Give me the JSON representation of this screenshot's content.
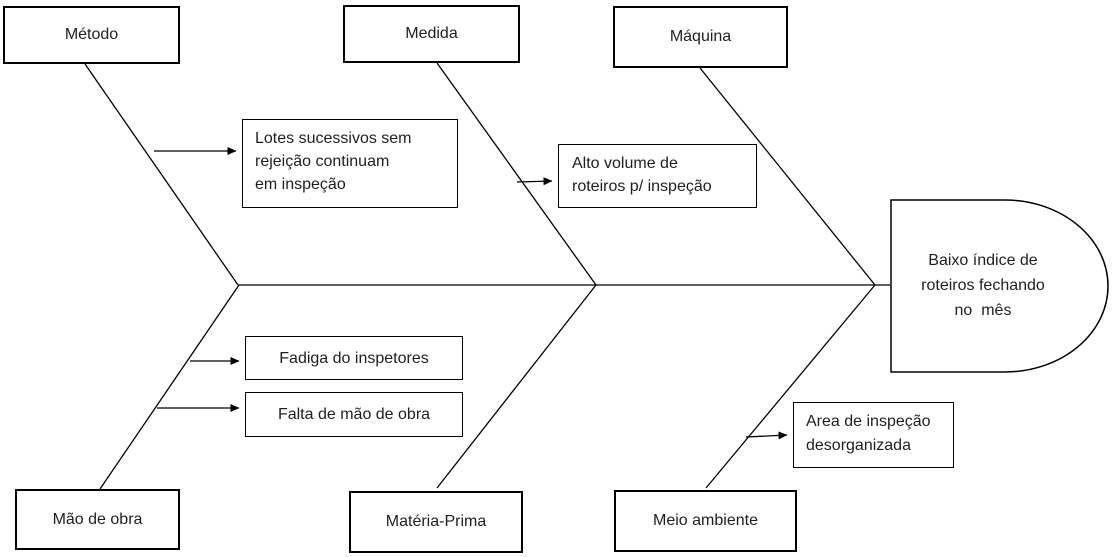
{
  "diagram_type": "fishbone-ishikawa",
  "colors": {
    "line": "#000000",
    "box_border": "#000000",
    "text": "#1f1f1f",
    "background": "#ffffff"
  },
  "effect": {
    "text": "Baixo índice de roteiros fechando no mês",
    "lines": [
      "Baixo índice de",
      "roteiros fechando",
      "no  mês"
    ]
  },
  "categories": [
    {
      "id": "metodo",
      "label": "Método",
      "side": "top"
    },
    {
      "id": "medida",
      "label": "Medida",
      "side": "top"
    },
    {
      "id": "maquina",
      "label": "Máquina",
      "side": "top"
    },
    {
      "id": "mao-de-obra",
      "label": "Mão de obra",
      "side": "bottom"
    },
    {
      "id": "materia-prima",
      "label": "Matéria-Prima",
      "side": "bottom"
    },
    {
      "id": "meio-ambiente",
      "label": "Meio ambiente",
      "side": "bottom"
    }
  ],
  "causes": [
    {
      "category": "Método",
      "lines": [
        "Lotes sucessivos sem",
        "rejeição continuam",
        "em inspeção"
      ]
    },
    {
      "category": "Medida",
      "lines": [
        "Alto volume de",
        "roteiros p/ inspeção"
      ]
    },
    {
      "category": "Mão de obra",
      "lines": [
        "Fadiga do inspetores"
      ]
    },
    {
      "category": "Mão de obra",
      "lines": [
        "Falta de mão de obra"
      ]
    },
    {
      "category": "Meio ambiente",
      "lines": [
        "Area de inspeção",
        "desorganizada"
      ]
    }
  ]
}
